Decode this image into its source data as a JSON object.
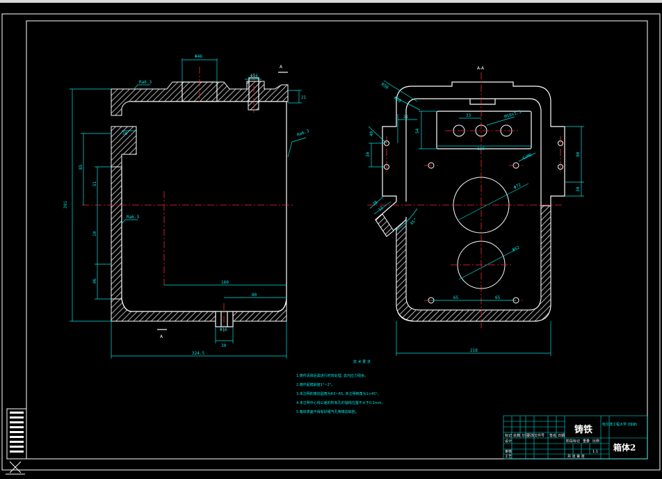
{
  "views": {
    "left_section_label": "A",
    "right_title": "A-A"
  },
  "dims_left": {
    "top_bore": "Φ46",
    "top_small_bore": "Φ16",
    "top_height": "21",
    "overall_height": "391",
    "height_upper": "85",
    "height_mid1": "51",
    "height_mid2": "10",
    "height_low": "46",
    "ledge_width": "30",
    "inner_width": "160",
    "bottom_width": "80",
    "drain": "Φ16",
    "drain_width": "30",
    "overall_width": "324.5",
    "rough_1": "Ra6.3",
    "rough_2": "Ra6.3",
    "rough_3": "Ra6.3"
  },
  "dims_right": {
    "r_top": "R50",
    "r_top2": "R20",
    "d_21": "21",
    "d_33": "33",
    "m_thread": "M10x1.5",
    "d_54": "54",
    "d_120": "120",
    "d_40": "40",
    "d_30_left": "30",
    "holes_m6": "4xM6",
    "d_90": "90",
    "d_30_right": "30",
    "bore_big": "Φ72",
    "bore_small": "Φ62",
    "d_45_angle": "45°",
    "d_38": "38",
    "d_12": "12",
    "d_65_left": "65",
    "d_65_right": "65",
    "overall_width": "218"
  },
  "notes": {
    "heading": "技 术 要 求",
    "items": [
      "1.铸件清除后需进行时效处理, 去内应力残余。",
      "2.铸件起模斜度1°~2°。",
      "3.未注明的铸造圆角为R3~R5, 未注明倒角为1×45°。",
      "4.未注明中心线公差的所有孔的轴线位置不大于0.2mm。",
      "5.箱体表面不得有砂眼气孔等铸造缺陷。"
    ]
  },
  "title_block": {
    "material": "铸铁",
    "school": "哈尔滨工程大学 (班级)",
    "part_name": "箱体2",
    "label_ratio_header": "比例",
    "scale": "1:1",
    "row_labels": [
      "标记",
      "处数",
      "分区",
      "更改文件号",
      "签名",
      "日期"
    ],
    "labels_design": [
      "设计",
      "审核",
      "工艺"
    ],
    "label_stage": "阶段标记",
    "label_weight": "重量",
    "label_sheet": "共 张 第 张"
  }
}
